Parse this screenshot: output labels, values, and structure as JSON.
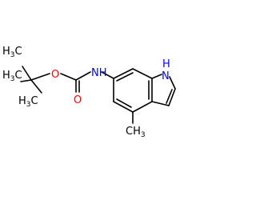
{
  "diagram": {
    "type": "chemical-structure",
    "colors": {
      "background": "#ffffff",
      "bond": "#000000",
      "oxygen": "#ff0000",
      "nitrogen": "#0000ff",
      "carbon_label": "#000000"
    },
    "labels": {
      "methyl_1": {
        "element": "H",
        "count": "3",
        "letter": "C"
      },
      "methyl_2": {
        "element": "H",
        "count": "3",
        "letter": "C"
      },
      "methyl_3": {
        "element": "H",
        "count": "3",
        "letter": "C"
      },
      "methyl_aryl": {
        "element": "C",
        "letter": "H",
        "count": "3"
      },
      "ester_oxygen": "O",
      "carbonyl_oxygen": "O",
      "carbamate_nitrogen": {
        "element": "N",
        "hydrogen": "H"
      },
      "indole_nitrogen": {
        "element": "N",
        "hydrogen": "H"
      }
    }
  }
}
